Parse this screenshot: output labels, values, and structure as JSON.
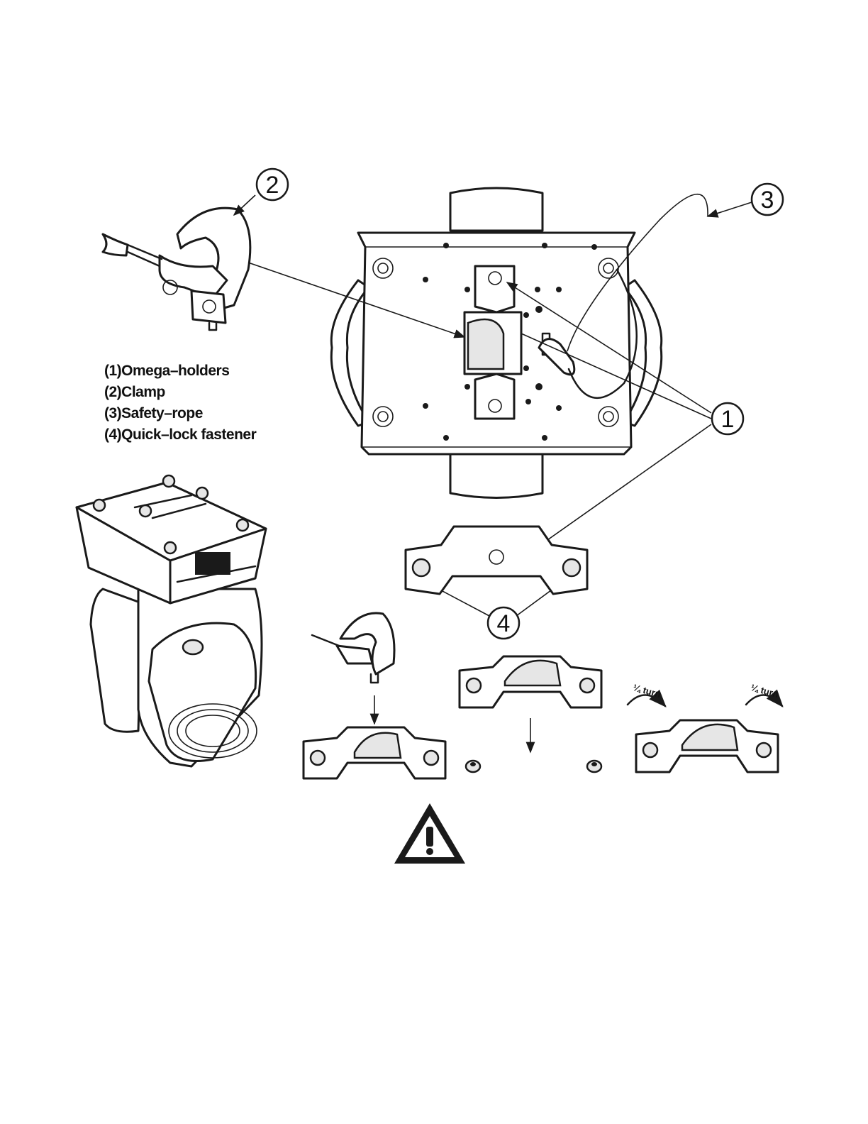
{
  "callouts": {
    "one": "1",
    "two": "2",
    "three": "3",
    "four": "4"
  },
  "legend": [
    {
      "label": "(1)Omega–holders"
    },
    {
      "label": "(2)Clamp"
    },
    {
      "label": "(3)Safety–rope"
    },
    {
      "label": "(4)Quick–lock fastener"
    }
  ],
  "steps": {
    "turn_left": "¼ turn",
    "turn_right": "¼ turn"
  },
  "icons": {
    "warning": "warning-triangle-icon"
  }
}
